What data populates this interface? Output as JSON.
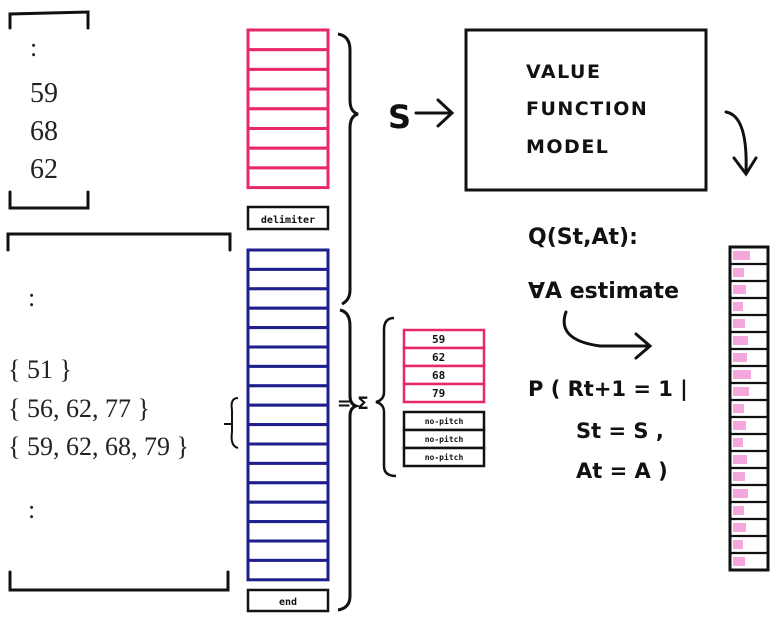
{
  "top_list": {
    "ellipsis": ":",
    "values": [
      "59",
      "68",
      "62"
    ]
  },
  "bottom_list": {
    "ellipsis_top": ":",
    "sets": [
      "{ 51 }",
      "{ 56, 62, 77 }",
      "{ 59, 62, 68, 79 }"
    ],
    "ellipsis_bottom": ":"
  },
  "delimiter_label": "delimiter",
  "end_label": "end",
  "sum_symbol": "= Σ",
  "pitch_values": [
    "59",
    "62",
    "68",
    "79"
  ],
  "no_pitch_labels": [
    "no-pitch",
    "no-pitch",
    "no-pitch"
  ],
  "state_arrow_label": "S",
  "model_box": {
    "lines": [
      "VALUE",
      "FUNCTION",
      "MODEL"
    ]
  },
  "q_label": "Q(St,At):",
  "for_all_label": "∀A estimate",
  "probability": {
    "line1": "P ( Rt+1 = 1 |",
    "line2": "St = S ,",
    "line3": "At = A )"
  },
  "colors": {
    "pink": "#e8286a",
    "navy": "#1e1e8c",
    "ink": "#111111",
    "highlight": "#f08ad0"
  }
}
